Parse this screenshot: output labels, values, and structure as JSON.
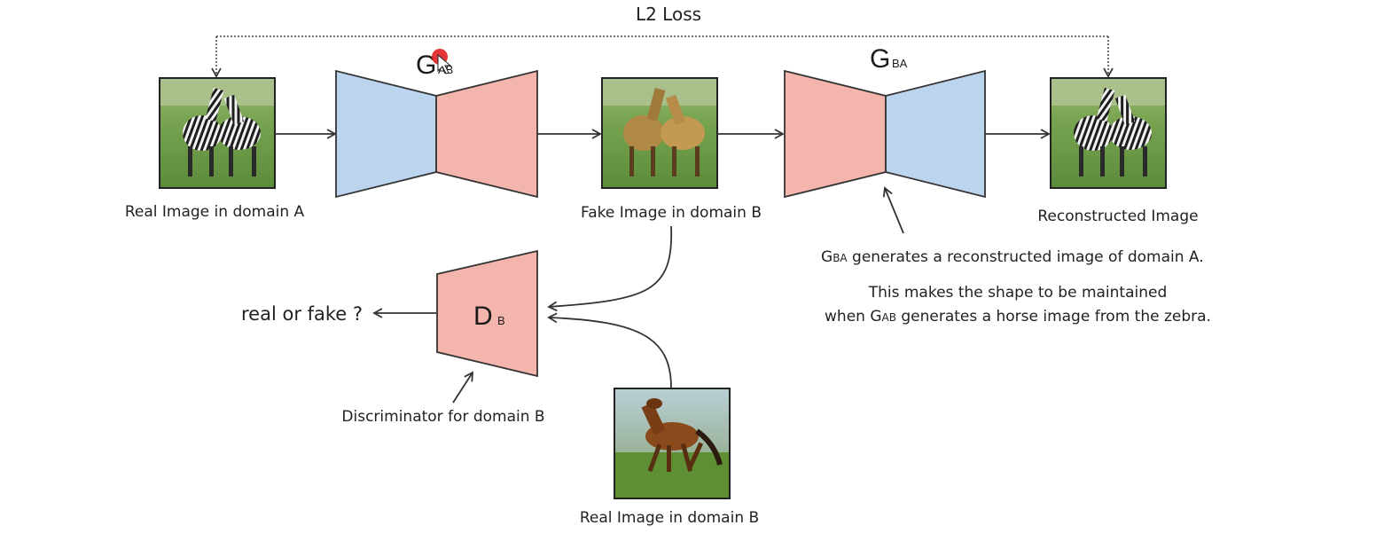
{
  "colors": {
    "encoder_blue": "#bcd5ef",
    "decoder_pink": "#f4b5ad",
    "stroke": "#333333",
    "cursor": "#e02020"
  },
  "loss": {
    "label": "L2 Loss"
  },
  "generators": {
    "gab": {
      "letter": "G",
      "sub": "AB"
    },
    "gba": {
      "letter": "G",
      "sub": "BA"
    }
  },
  "discriminator": {
    "letter": "D",
    "sub": "B",
    "caption": "Discriminator for domain B",
    "output": "real or fake ?"
  },
  "images": {
    "real_a": {
      "label": "Real Image in domain A",
      "content": "zebras"
    },
    "fake_b": {
      "label": "Fake Image in domain B",
      "content": "horses"
    },
    "recon": {
      "label": "Reconstructed Image",
      "content": "zebras"
    },
    "real_b": {
      "label": "Real Image in domain B",
      "content": "horse"
    }
  },
  "notes": {
    "line1_g": "G",
    "line1_sub": "BA",
    "line1_rest": " generates a reconstructed image of domain A.",
    "line2": "This makes the shape to be maintained",
    "line3_pre": "when G",
    "line3_sub": "AB",
    "line3_rest": " generates a horse image from the zebra."
  }
}
